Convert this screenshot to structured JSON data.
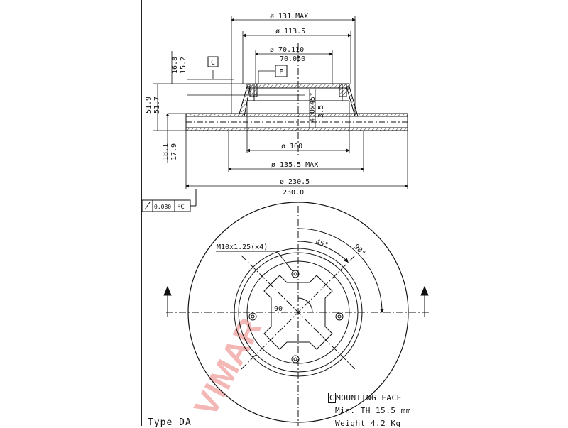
{
  "dimensions": {
    "d_outer_max": "ø 131 MAX",
    "d_pilot": "ø 113.5",
    "d_hub_max": "ø 70.110",
    "d_hub_min": "70.050",
    "d_center": "ø 100",
    "d_hat_max": "ø 135.5 MAX",
    "d_disc_max": "ø 230.5",
    "d_disc_min": "230.0",
    "h_top_max": "16.8",
    "h_top_min": "15.2",
    "h_total_max": "51.9",
    "h_total_min": "51.7",
    "h_thick_max": "18.1",
    "h_thick_min": "17.9",
    "chamfer": "4.0x45°",
    "chamfer_depth": "3.5"
  },
  "datums": {
    "c": "C",
    "f": "F"
  },
  "tolerance": {
    "value": "0.080",
    "datum": "FC"
  },
  "front_view": {
    "thread": "M10x1.25(x4)",
    "angle_45": "45°",
    "angle_90_outer": "90°",
    "angle_90_inner": "90"
  },
  "watermark": "VIMAR",
  "notes": {
    "mounting_tag": "C",
    "mounting_face": "MOUNTING FACE",
    "min_th": "Min. TH 15.5 mm",
    "weight": "Weight  4.2 Kg"
  },
  "type_label": "Type DA"
}
